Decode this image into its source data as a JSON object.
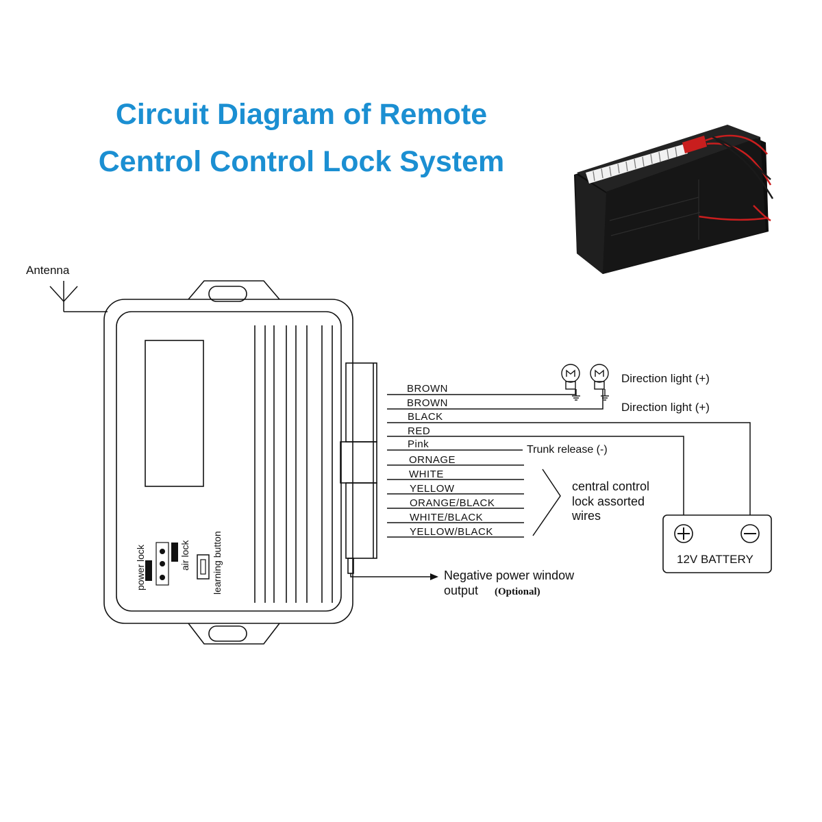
{
  "title": {
    "line1": "Circuit Diagram of Remote",
    "line2": "Centrol Control Lock System"
  },
  "antenna_label": "Antenna",
  "module": {
    "power_lock_label": "power lock",
    "air_lock_label": "air lock",
    "learning_button_label": "learning button"
  },
  "wires": [
    {
      "label": "BROWN"
    },
    {
      "label": "BROWN"
    },
    {
      "label": "BLACK"
    },
    {
      "label": "RED"
    },
    {
      "label": "Pink"
    },
    {
      "label": "ORNAGE"
    },
    {
      "label": "WHITE"
    },
    {
      "label": "YELLOW"
    },
    {
      "label": "ORANGE/BLACK"
    },
    {
      "label": "WHITE/BLACK"
    },
    {
      "label": "YELLOW/BLACK"
    }
  ],
  "annotations": {
    "direction_light_1": "Direction light  (+)",
    "direction_light_2": "Direction light  (+)",
    "trunk_release": "Trunk release (-)",
    "central_lock_line1": "central control",
    "central_lock_line2": "lock assorted",
    "central_lock_line3": "wires",
    "negative_window_line1": "Negative power window",
    "negative_window_line2": "output",
    "negative_window_optional": "(Optional)"
  },
  "battery": {
    "label": "12V BATTERY",
    "positive_symbol": "+",
    "negative_symbol": "−"
  },
  "colors": {
    "title": "#1b8fd2",
    "line": "#111111",
    "product_body": "#151515",
    "wire_red": "#d32020"
  }
}
